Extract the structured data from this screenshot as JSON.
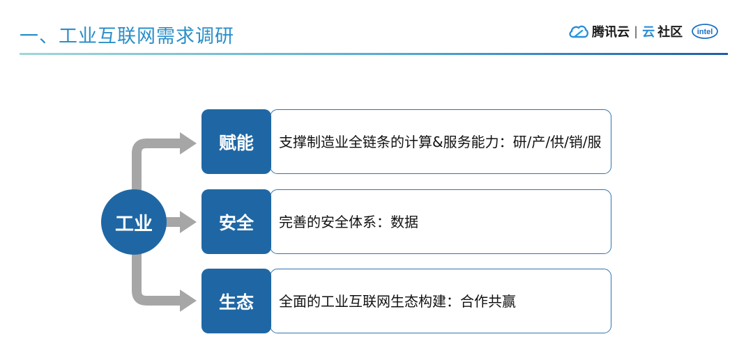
{
  "header": {
    "title": "一、工业互联网需求调研",
    "brand": {
      "name": "腾讯云",
      "separator": "|",
      "cloud_char": "云",
      "community": "社区",
      "partner_logo": "intel"
    }
  },
  "diagram": {
    "center_label": "工业",
    "branches": [
      {
        "label": "赋能",
        "description": "支撑制造业全链条的计算&服务能力：研/产/供/销/服"
      },
      {
        "label": "安全",
        "description": "完善的安全体系：数据"
      },
      {
        "label": "生态",
        "description": "全面的工业互联网生态构建：合作共赢"
      }
    ]
  },
  "colors": {
    "title": "#2a8fc9",
    "primary_blue": "#1f67a4",
    "arrow_gray": "#a6a6a6",
    "border_blue": "#2f72b0",
    "brand_blue": "#2c8ed6"
  },
  "icons": [
    "tencent-cloud-logo-icon",
    "intel-logo-icon"
  ]
}
